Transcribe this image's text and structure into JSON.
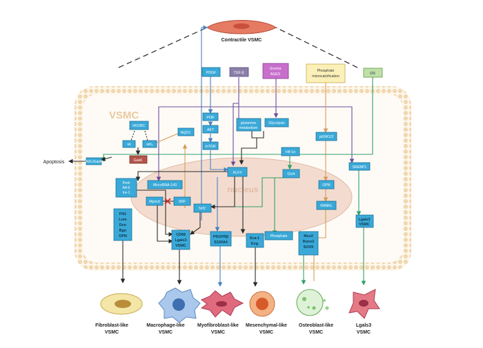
{
  "title": "Contractile VSMC",
  "cell_label": "VSMC",
  "nucleus_label": "nucleus",
  "apoptosis_label": "Apoptosis",
  "inputs": {
    "pdgf": "PDGF",
    "tgf": "TGF-β",
    "uremia": [
      "Uremia",
      "AGES"
    ],
    "phosphate": [
      "Phosphate",
      "microcalcification"
    ],
    "os": "OS"
  },
  "nodes": {
    "vkorc": "VKORC",
    "vk": "vk",
    "vkh2": "vkh₂",
    "gas6": "Gas6",
    "axl_gas": "AXL/Gas6",
    "nqo1": "NQO1",
    "pi3k": "PI3K",
    "akt": "AKT",
    "mtor": "mTOR",
    "glutamine": [
      "glutamine",
      "metabolism"
    ],
    "glycolysis": "Glycolysis",
    "klf4": "KLF4",
    "hif": "Hif-1α",
    "oct4": "Oct4",
    "perk": [
      "Perk",
      "Atf-6",
      "Ire-1"
    ],
    "microrna": "MicroRNA-143",
    "myocd": "Myocd",
    "srf": "SRF",
    "nrf2": "Nrf2",
    "perk_erk": "pERK1/2",
    "opn": "OPN",
    "rankl": "RANKL",
    "srebp": "SREBP1",
    "phosphate_node": "Phosphate"
  },
  "markers": {
    "fibro": [
      "FN1",
      "Lum",
      "Dcn",
      "Bgn",
      "OPN"
    ],
    "macro": [
      "CD68",
      "Lgals3",
      "VSMC"
    ],
    "myofibro": [
      "PDGFRβ",
      "S100A4"
    ],
    "mesen": [
      "Sca-1",
      "Eng"
    ],
    "osteo": [
      "Msx2",
      "Runx2",
      "SOX9"
    ],
    "lgals": [
      "Lgals3",
      "VSMC"
    ]
  },
  "phenotypes": [
    [
      "Fibroblast-like",
      "VSMC"
    ],
    [
      "Macrophage-like",
      "VSMC"
    ],
    [
      "Myofibroblast-like",
      "VSMC"
    ],
    [
      "Mesenchymal-like",
      "VSMC"
    ],
    [
      "Osteoblast-like",
      "VSMC"
    ],
    [
      "Lgals3",
      "VSMC"
    ]
  ],
  "colors": {
    "box": "#3aa9d8",
    "membrane": "#f2d9b0",
    "nucleus": "#f3dccf",
    "green": "#2fa06a",
    "blue": "#4a7fc1",
    "purple": "#6a4c9c",
    "orange": "#d59a5a",
    "dark": "#2a2a2a"
  }
}
